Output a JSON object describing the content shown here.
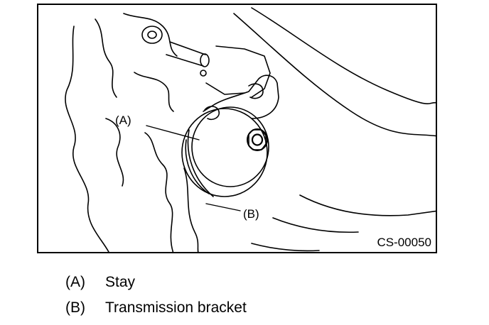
{
  "figure": {
    "callouts": {
      "a": "(A)",
      "b": "(B)"
    },
    "figure_id": "CS-00050"
  },
  "legend": [
    {
      "key": "(A)",
      "text": "Stay"
    },
    {
      "key": "(B)",
      "text": "Transmission bracket"
    }
  ]
}
